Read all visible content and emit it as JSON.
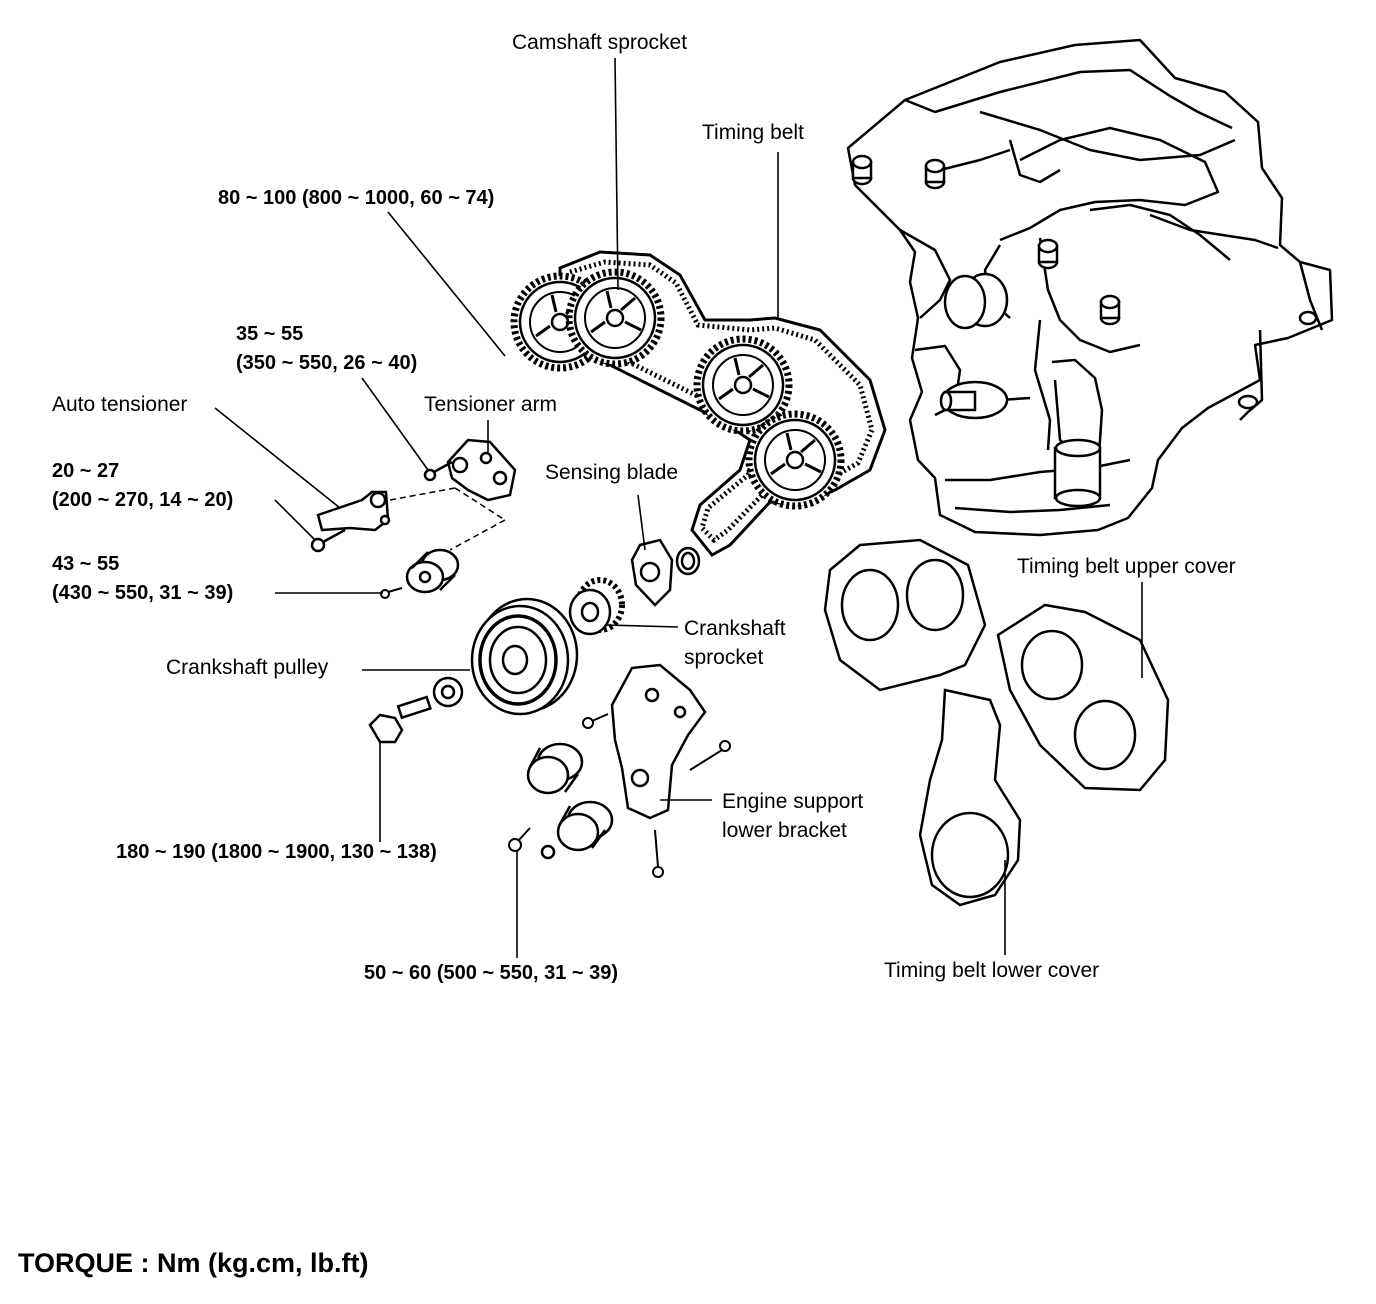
{
  "labels": {
    "camshaft_sprocket": "Camshaft sprocket",
    "timing_belt": "Timing belt",
    "tensioner_arm": "Tensioner arm",
    "auto_tensioner": "Auto tensioner",
    "sensing_blade": "Sensing blade",
    "crankshaft_sprocket_1": "Crankshaft",
    "crankshaft_sprocket_2": "sprocket",
    "crankshaft_pulley": "Crankshaft pulley",
    "engine_support_1": "Engine support",
    "engine_support_2": "lower bracket",
    "upper_cover": "Timing belt upper cover",
    "lower_cover": "Timing belt lower cover"
  },
  "torques": {
    "camshaft_bolt": "80 ~ 100 (800 ~ 1000, 60 ~ 74)",
    "tensioner_arm_bolt_1": "35 ~ 55",
    "tensioner_arm_bolt_2": "(350 ~ 550, 26 ~ 40)",
    "auto_tensioner_bolt_1": "20 ~ 27",
    "auto_tensioner_bolt_2": "(200 ~ 270, 14 ~ 20)",
    "idler_bolt_1": "43 ~ 55",
    "idler_bolt_2": "(430 ~ 550, 31 ~ 39)",
    "crank_pulley_bolt": "180 ~ 190 (1800 ~ 1900, 130 ~ 138)",
    "bracket_bolt": "50 ~ 60 (500 ~ 550, 31 ~ 39)"
  },
  "footer": "TORQUE : Nm (kg.cm, lb.ft)"
}
